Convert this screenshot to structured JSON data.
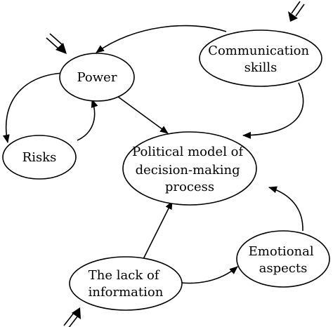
{
  "diagram": {
    "nodes": {
      "power": {
        "lines": [
          "Power"
        ]
      },
      "communication": {
        "lines": [
          "Communication",
          "skills"
        ]
      },
      "risks": {
        "lines": [
          "Risks"
        ]
      },
      "political": {
        "lines": [
          "Political model of",
          "decision-making",
          "process"
        ]
      },
      "emotional": {
        "lines": [
          "Emotional",
          "aspects"
        ]
      },
      "lack": {
        "lines": [
          "The lack of",
          "information"
        ]
      }
    },
    "input_markers": [
      "power",
      "communication",
      "lack"
    ],
    "edges": [
      {
        "from": "communication",
        "to": "power"
      },
      {
        "from": "communication",
        "to": "political"
      },
      {
        "from": "power",
        "to": "risks"
      },
      {
        "from": "risks",
        "to": "power"
      },
      {
        "from": "power",
        "to": "political"
      },
      {
        "from": "lack",
        "to": "political"
      },
      {
        "from": "lack",
        "to": "emotional"
      },
      {
        "from": "emotional",
        "to": "political"
      }
    ]
  }
}
